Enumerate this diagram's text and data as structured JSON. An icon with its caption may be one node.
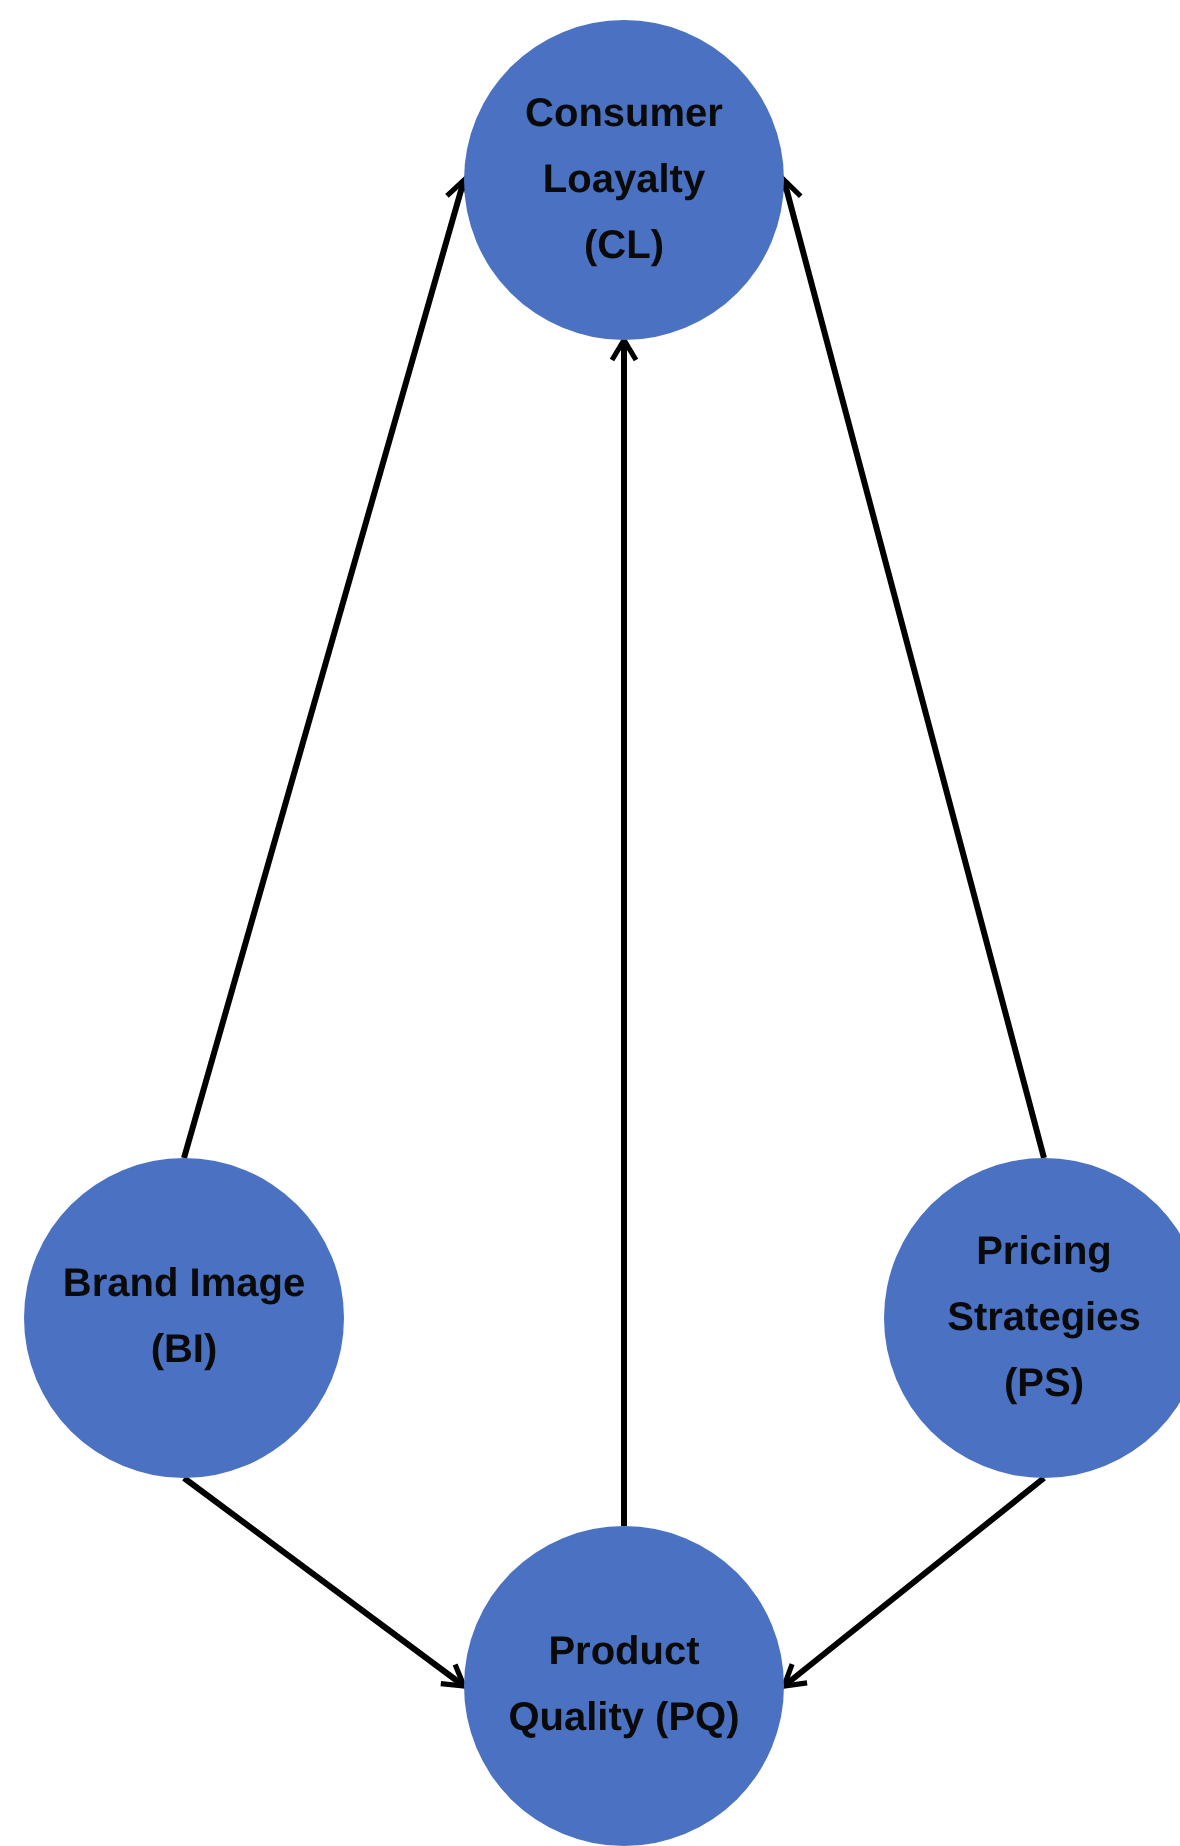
{
  "diagram": {
    "nodes": [
      {
        "text": [
          "Consumer Loayalty (CL)"
        ]
      },
      {
        "text": [
          "Brand Image (BI)"
        ]
      },
      {
        "text": [
          "Pricing Strategies (PS)"
        ]
      },
      {
        "text": [
          "Product Quality (PQ)"
        ]
      }
    ],
    "edges": [
      {
        "from": 1,
        "to": 0,
        "arrow": "to"
      },
      {
        "from": 3,
        "to": 0,
        "arrow": "to"
      },
      {
        "from": 2,
        "to": 0,
        "arrow": "to"
      },
      {
        "from": 1,
        "to": 3,
        "arrow": "to"
      },
      {
        "from": 2,
        "to": 3,
        "arrow": "to"
      }
    ]
  }
}
